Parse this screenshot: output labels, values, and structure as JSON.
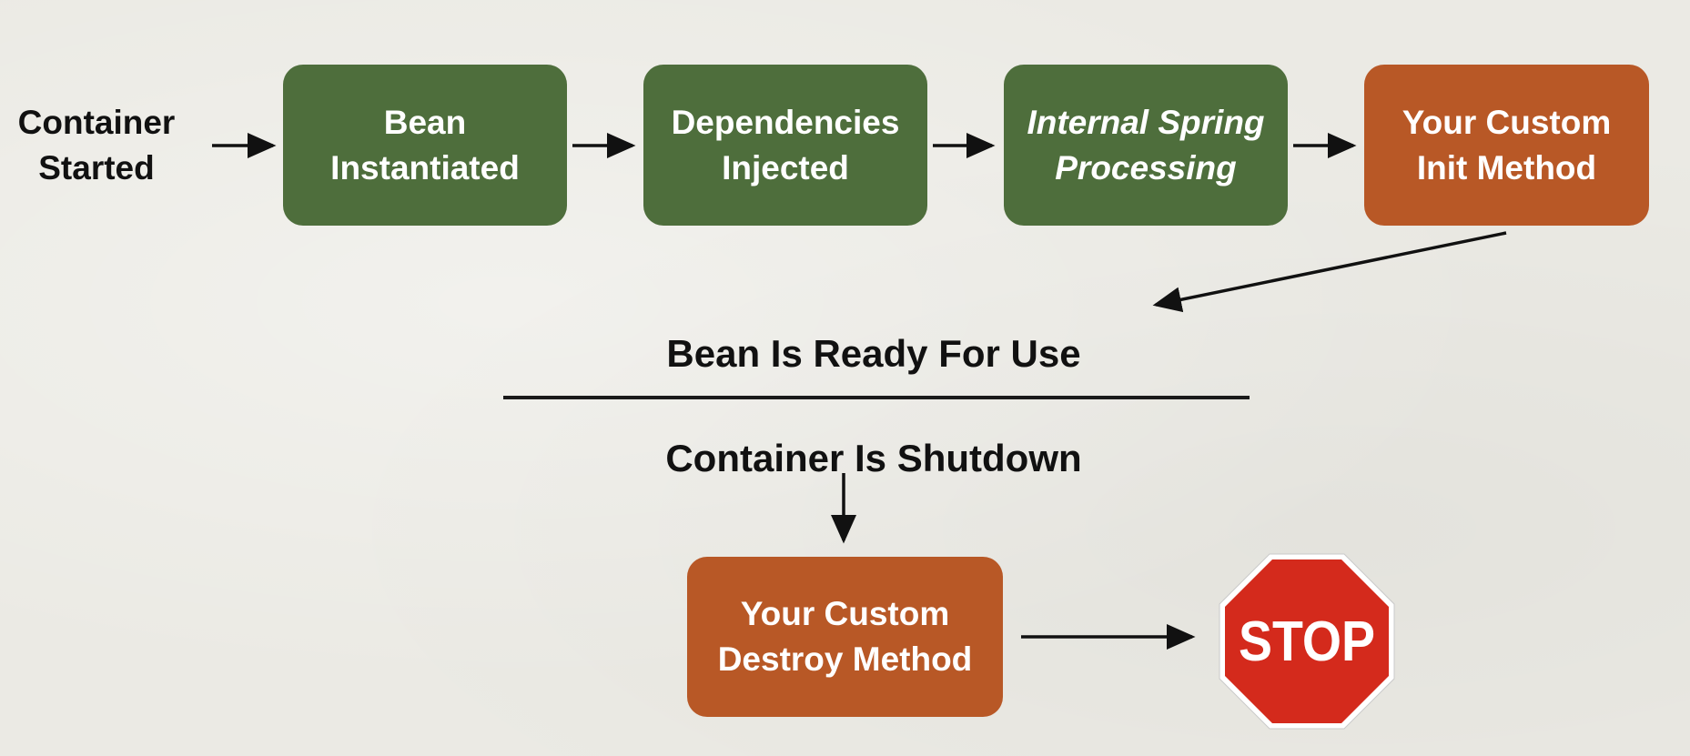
{
  "start_label": [
    "Container",
    "Started"
  ],
  "steps": [
    {
      "lines": [
        "Bean",
        "Instantiated"
      ],
      "color": "#4e6e3c",
      "italic": false
    },
    {
      "lines": [
        "Dependencies",
        "Injected"
      ],
      "color": "#4e6e3c",
      "italic": false
    },
    {
      "lines": [
        "Internal Spring",
        "Processing"
      ],
      "color": "#4e6e3c",
      "italic": true
    },
    {
      "lines": [
        "Your Custom",
        "Init Method"
      ],
      "color": "#b85826",
      "italic": false
    }
  ],
  "ready_label": "Bean Is Ready For Use",
  "shutdown_label": "Container Is Shutdown",
  "destroy_box": {
    "lines": [
      "Your Custom",
      "Destroy Method"
    ],
    "color": "#b85826"
  },
  "stop_sign": {
    "text": "STOP",
    "icon": "stop-sign-icon",
    "color": "#d42a1c"
  },
  "colors": {
    "green": "#4e6e3c",
    "orange": "#b85826",
    "stop_red": "#d42a1c",
    "background": "#ebeae4"
  }
}
